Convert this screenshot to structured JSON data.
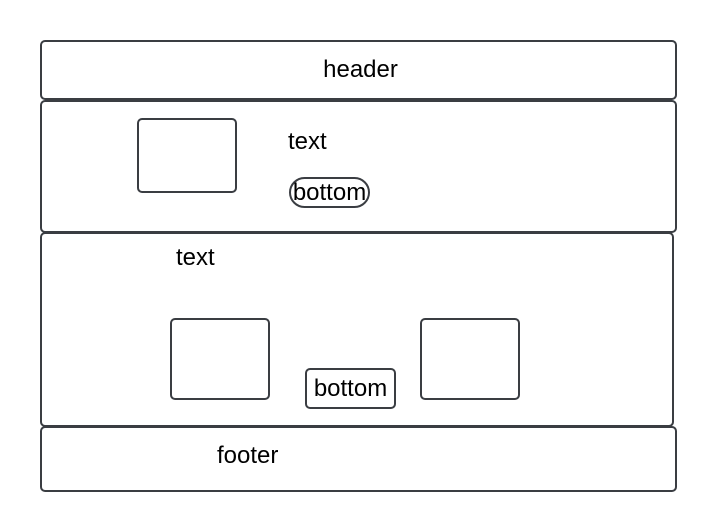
{
  "header": {
    "label": "header"
  },
  "section1": {
    "text": "text",
    "button_label": "bottom"
  },
  "section2": {
    "text": "text",
    "button_label": "bottom"
  },
  "footer": {
    "label": "footer"
  },
  "colors": {
    "stroke": "#3a3d42",
    "background": "#ffffff",
    "text": "#000000"
  }
}
